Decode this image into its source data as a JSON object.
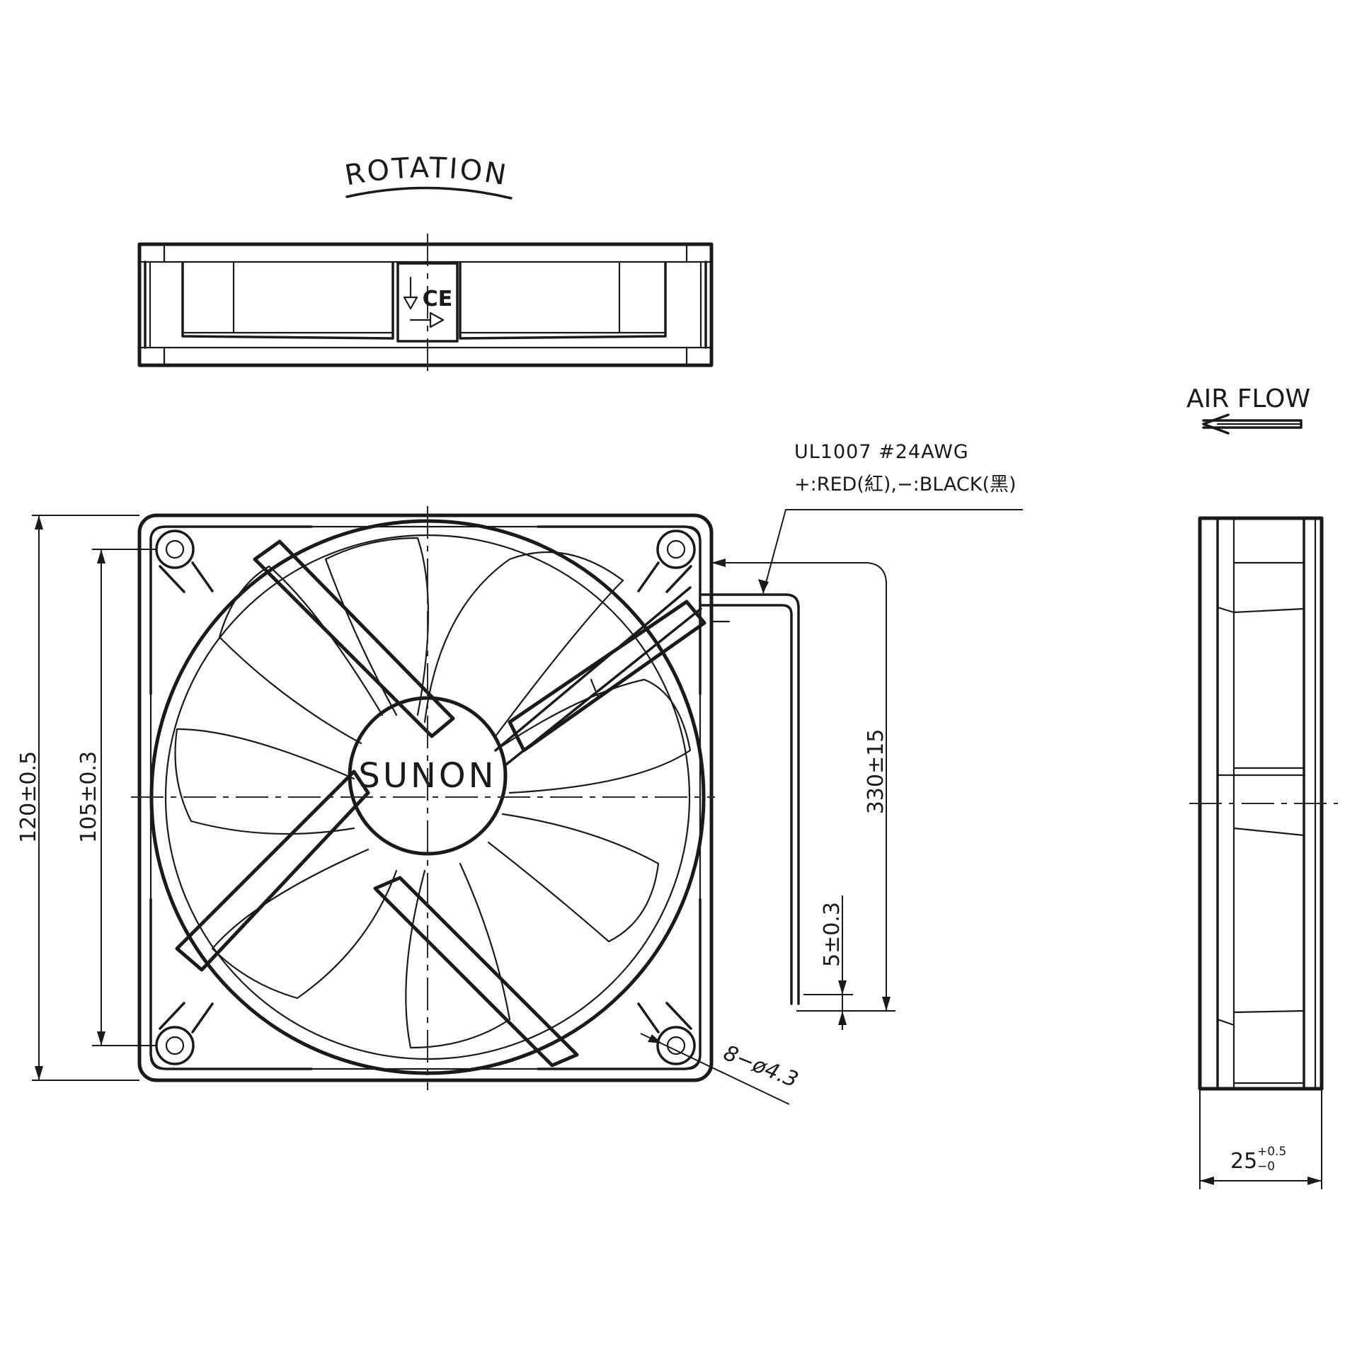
{
  "drawing": {
    "top_view": {
      "rotation_label": "ROTATION",
      "ce_mark": "CE"
    },
    "front_view": {
      "brand_label": "SUNON",
      "wire_spec_line1": "UL1007  #24AWG",
      "wire_spec_line2": "+:RED(紅),−:BLACK(黑)",
      "dim_overall": "120±0.5",
      "dim_hole_pitch": "105±0.3",
      "dim_lead_length": "330±15",
      "dim_strip_length": "5±0.3",
      "dim_mount_holes": "8−ø4.3"
    },
    "side_view": {
      "airflow_label": "AIR  FLOW",
      "dim_thickness_base": "25",
      "dim_thickness_plus": "+0.5",
      "dim_thickness_minus": "−0"
    }
  }
}
